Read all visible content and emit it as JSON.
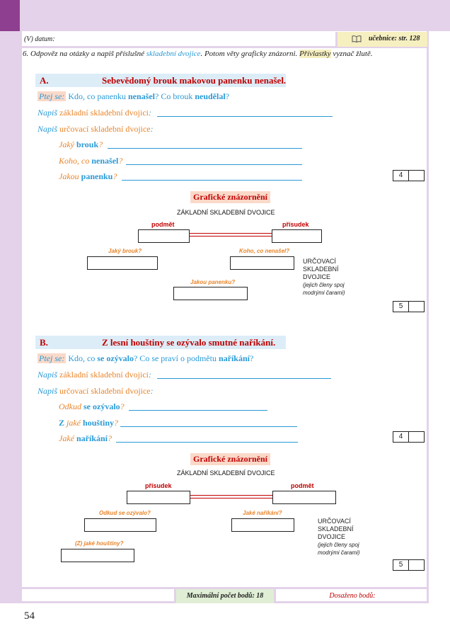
{
  "header": {
    "date_label": "(V) datum:",
    "textbook_label": "učebnice: str. 128"
  },
  "task": {
    "part1": "6. Odpověz na otázky a napiš příslušné ",
    "part2": "skladební dvojice",
    "part3": ". Potom věty graficky znázorni. ",
    "part4": "Přívlastky",
    "part5": " vyznač žlutě."
  },
  "sectionA": {
    "letter": "A.",
    "sentence": "Sebevědomý brouk makovou panenku nenašel.",
    "ask_label": "Ptej se:",
    "ask_1": " Kdo, co panenku ",
    "ask_2": "nenašel",
    "ask_3": "? Co brouk ",
    "ask_4": "neudělal",
    "ask_5": "?",
    "basic_1": "Napiš ",
    "basic_2": "základní skladební dvojici",
    "basic_3": ":",
    "det_1": "Napiš ",
    "det_2": "určovací skladební dvojice",
    "det_3": ":",
    "q1_a": "Jaký",
    "q1_b": " brouk",
    "q1_c": "?",
    "q2_a": "Koho, co",
    "q2_b": " nenašel",
    "q2_c": "?",
    "q3_a": "Jakou",
    "q3_b": " panenku",
    "q3_c": "?",
    "points1": "4",
    "graf_title": "Grafické znázornění",
    "graf_caps": "ZÁKLADNÍ SKLADEBNÍ DVOJICE",
    "left_label": "podmět",
    "right_label": "přísudek",
    "lbl_left_det": "Jaký brouk?",
    "lbl_right_det": "Koho, co nenašel?",
    "lbl_bottom_det": "Jakou panenku?",
    "note_1": "URČOVACÍ",
    "note_2": "SKLADEBNÍ",
    "note_3": "DVOJICE",
    "note_4": "(jejich členy spoj",
    "note_5": "modrými čarami)",
    "points2": "5"
  },
  "sectionB": {
    "letter": "B.",
    "sentence": "Z lesní houštiny se ozývalo smutné naříkání.",
    "ask_label": "Ptej se:",
    "ask_1": " Kdo, co ",
    "ask_2": "se ozývalo",
    "ask_3": "? Co se praví o podmětu ",
    "ask_4": "naříkání",
    "ask_5": "?",
    "basic_1": "Napiš ",
    "basic_2": "základní skladební dvojici",
    "basic_3": ":",
    "det_1": "Napiš ",
    "det_2": "určovací skladební dvojice",
    "det_3": ":",
    "q1_a": "Odkud",
    "q1_b": " se ozývalo",
    "q1_c": "?",
    "q2_pre": "Z ",
    "q2_a": "jaké",
    "q2_b": " houštiny",
    "q2_c": "?",
    "q3_a": "Jaké",
    "q3_b": " naříkání",
    "q3_c": "?",
    "points1": "4",
    "graf_title": "Grafické znázornění",
    "graf_caps": "ZÁKLADNÍ SKLADEBNÍ DVOJICE",
    "left_label": "přísudek",
    "right_label": "podmět",
    "lbl_left_det": "Odkud se ozývalo?",
    "lbl_right_det": "Jaké naříkání?",
    "lbl_bottom_det": "(Z) jaké houštiny?",
    "note_1": "URČOVACÍ",
    "note_2": "SKLADEBNÍ",
    "note_3": "DVOJICE",
    "note_4": "(jejich členy spoj",
    "note_5": "modrými čarami)",
    "points2": "5"
  },
  "footer": {
    "max_points": "Maximální počet bodů: 18",
    "achieved": "Dosaženo bodů:"
  },
  "page_number": "54",
  "colors": {
    "purple_band": "#e3d2e9",
    "purple_dark": "#8e3f8f",
    "red": "#c00000",
    "blue": "#2a9ad6",
    "orange": "#e8852b",
    "yellow": "#f6efc0",
    "salmon": "#fad9c9"
  },
  "icons": [
    "book-icon"
  ]
}
